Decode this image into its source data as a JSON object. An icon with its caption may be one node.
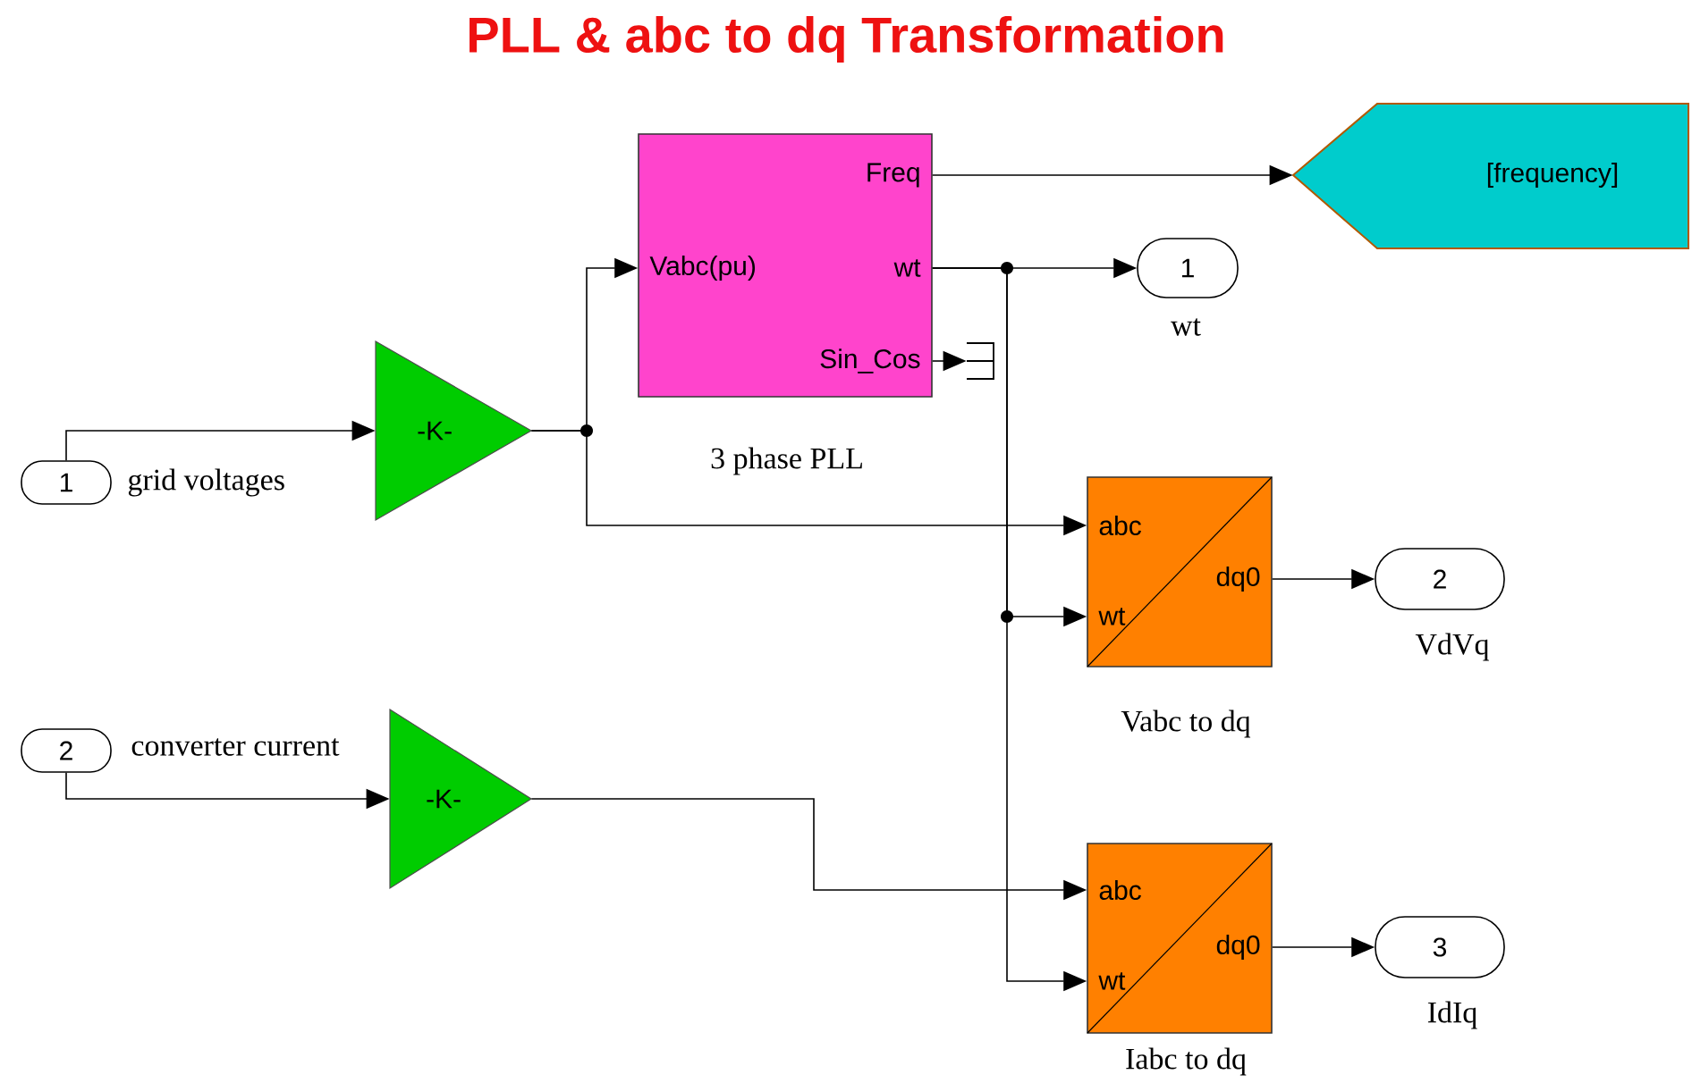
{
  "diagram": {
    "title": "PLL & abc to dq Transformation",
    "nodes": [
      {
        "text": [
          "1"
        ],
        "beside": [
          "grid voltages"
        ]
      },
      {
        "text": [
          "2"
        ],
        "beside": [
          "converter current"
        ]
      },
      {
        "text": [
          "-K-"
        ]
      },
      {
        "text": [
          "-K-"
        ]
      },
      {
        "text": [
          "Vabc(pu)",
          "Freq",
          "wt",
          "Sin_Cos"
        ],
        "beside": [
          "3 phase PLL"
        ]
      },
      {
        "text": [
          "[frequency]"
        ]
      },
      {
        "text": [
          "1"
        ],
        "beside": [
          "wt"
        ]
      },
      {
        "text": [
          "abc",
          "wt",
          "dq0"
        ],
        "beside": [
          "Vabc to dq"
        ]
      },
      {
        "text": [
          "2"
        ],
        "beside": [
          "VdVq"
        ]
      },
      {
        "text": [
          "abc",
          "wt",
          "dq0"
        ],
        "beside": [
          "Iabc to dq"
        ]
      },
      {
        "text": [
          "3"
        ],
        "beside": [
          "IdIq"
        ]
      },
      {
        "text": [],
        "shape": "bracket"
      }
    ],
    "edges": [
      {
        "from": 0,
        "to": 2,
        "arrow": "to"
      },
      {
        "from": 2,
        "to": 4,
        "arrow": "to"
      },
      {
        "from": 2,
        "to": 7,
        "arrow": "to"
      },
      {
        "from": 4,
        "to": 5,
        "arrow": "to"
      },
      {
        "from": 4,
        "to": 6,
        "arrow": "to"
      },
      {
        "from": 4,
        "to": 7,
        "arrow": "to"
      },
      {
        "from": 4,
        "to": 9,
        "arrow": "to"
      },
      {
        "from": 4,
        "to": 11,
        "arrow": "to"
      },
      {
        "from": 1,
        "to": 3,
        "arrow": "to"
      },
      {
        "from": 3,
        "to": 9,
        "arrow": "to"
      },
      {
        "from": 7,
        "to": 8,
        "arrow": "to"
      },
      {
        "from": 9,
        "to": 10,
        "arrow": "to"
      }
    ]
  }
}
